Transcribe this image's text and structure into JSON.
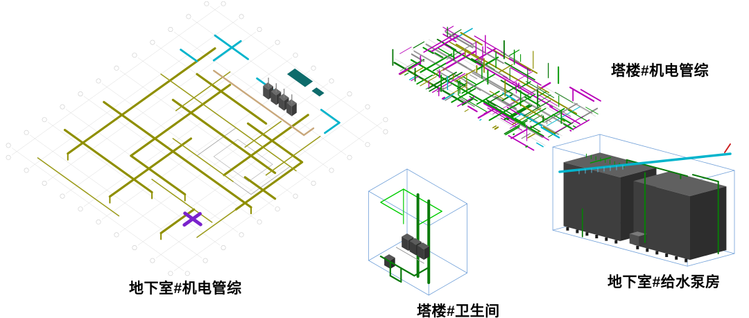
{
  "models": {
    "basement_mep": {
      "label": "地下室#机电管综"
    },
    "tower_mep": {
      "label": "塔楼#机电管综"
    },
    "tower_bathroom": {
      "label": "塔楼#卫生间"
    },
    "basement_pump_room": {
      "label": "地下室#给水泵房"
    }
  },
  "colors": {
    "background": "#ffffff",
    "label_text": "#000000",
    "pipe_olive": "#8f8f00",
    "pipe_olive_light": "#9d9d1e",
    "pipe_green": "#009600",
    "pipe_green_dark": "#0a7a0a",
    "pipe_green_bright": "#00cc00",
    "pipe_magenta": "#b800b8",
    "pipe_cyan": "#00b4cc",
    "pipe_tan": "#c9a87c",
    "pipe_purple": "#7a22cc",
    "grid_gray": "#d9d9d9",
    "box_wireframe_blue": "#6f9fd8",
    "equipment_gray": "#4a4a4a",
    "tank_top": "#606060",
    "tank_front": "#3e3e3e",
    "tank_side": "#2d2d2d",
    "teal_block": "#0e6b6b",
    "accent_red": "#cc2020"
  }
}
